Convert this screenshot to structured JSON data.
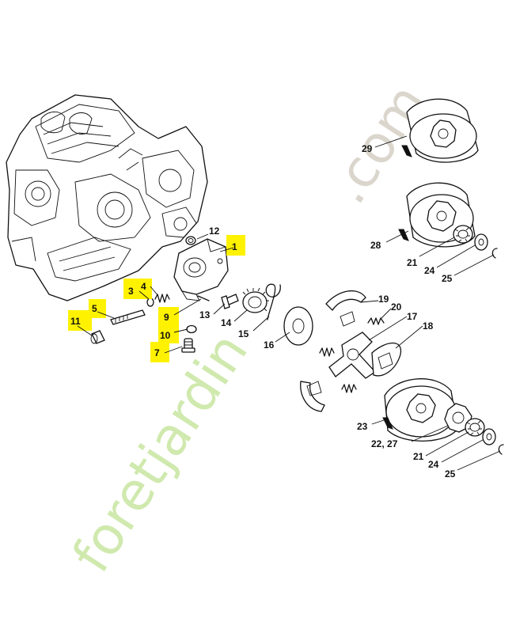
{
  "watermark": {
    "text": "foretjardin.com",
    "green_color": "#c8e6a0",
    "gray_color": "#d8d2c8"
  },
  "highlight_color": "#fff200",
  "callouts": [
    {
      "id": "1",
      "label": "1",
      "highlighted": true
    },
    {
      "id": "3",
      "label": "3",
      "highlighted": true
    },
    {
      "id": "4",
      "label": "4",
      "highlighted": true
    },
    {
      "id": "5",
      "label": "5",
      "highlighted": true
    },
    {
      "id": "7",
      "label": "7",
      "highlighted": true
    },
    {
      "id": "9",
      "label": "9",
      "highlighted": true
    },
    {
      "id": "10",
      "label": "10",
      "highlighted": true
    },
    {
      "id": "11",
      "label": "11",
      "highlighted": true
    },
    {
      "id": "12",
      "label": "12",
      "highlighted": false
    },
    {
      "id": "13",
      "label": "13",
      "highlighted": false
    },
    {
      "id": "14",
      "label": "14",
      "highlighted": false
    },
    {
      "id": "15",
      "label": "15",
      "highlighted": false
    },
    {
      "id": "16",
      "label": "16",
      "highlighted": false
    },
    {
      "id": "17",
      "label": "17",
      "highlighted": false
    },
    {
      "id": "18",
      "label": "18",
      "highlighted": false
    },
    {
      "id": "19",
      "label": "19",
      "highlighted": false
    },
    {
      "id": "20",
      "label": "20",
      "highlighted": false
    },
    {
      "id": "21a",
      "label": "21",
      "highlighted": false
    },
    {
      "id": "21b",
      "label": "21",
      "highlighted": false
    },
    {
      "id": "22",
      "label": "22, 27",
      "highlighted": false
    },
    {
      "id": "23",
      "label": "23",
      "highlighted": false
    },
    {
      "id": "24a",
      "label": "24",
      "highlighted": false
    },
    {
      "id": "24b",
      "label": "24",
      "highlighted": false
    },
    {
      "id": "25a",
      "label": "25",
      "highlighted": false
    },
    {
      "id": "25b",
      "label": "25",
      "highlighted": false
    },
    {
      "id": "28",
      "label": "28",
      "highlighted": false
    },
    {
      "id": "29",
      "label": "29",
      "highlighted": false
    }
  ]
}
